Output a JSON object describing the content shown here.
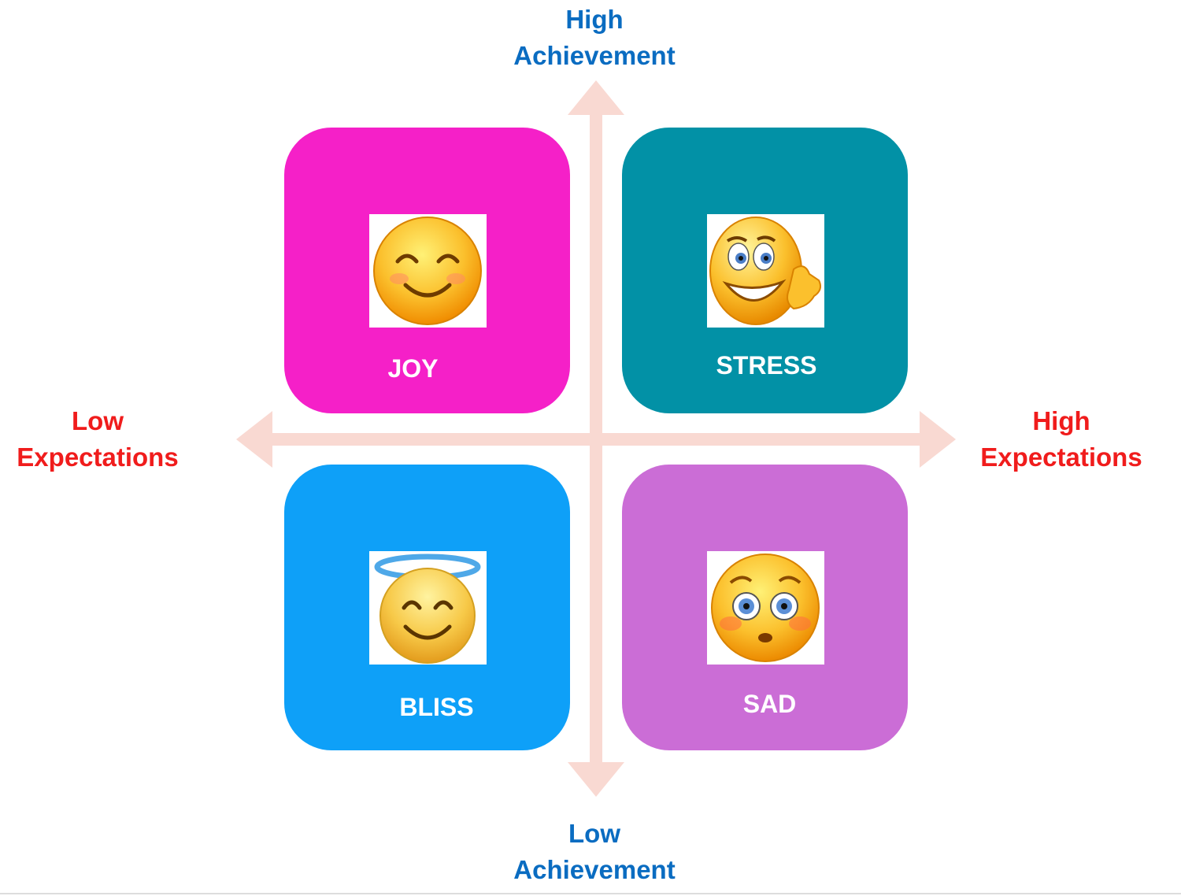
{
  "axes": {
    "top": {
      "line1": "High",
      "line2": "Achievement"
    },
    "bottom": {
      "line1": "Low",
      "line2": "Achievement"
    },
    "left": {
      "line1": "Low",
      "line2": "Expectations"
    },
    "right": {
      "line1": "High",
      "line2": "Expectations"
    },
    "arrow_color": "#f9d9d2",
    "vertical_text_color": "#0a6cc1",
    "horizontal_text_color": "#f01c1c"
  },
  "quadrants": [
    {
      "id": "joy",
      "label": "JOY",
      "color": "#f520c8",
      "icon": "smiling-face-icon"
    },
    {
      "id": "stress",
      "label": "STRESS",
      "color": "#0291a6",
      "icon": "grinning-thumbs-face-icon"
    },
    {
      "id": "bliss",
      "label": "BLISS",
      "color": "#0ea0f8",
      "icon": "halo-face-icon"
    },
    {
      "id": "sad",
      "label": "SAD",
      "color": "#cb6dd6",
      "icon": "flushed-face-icon"
    }
  ]
}
